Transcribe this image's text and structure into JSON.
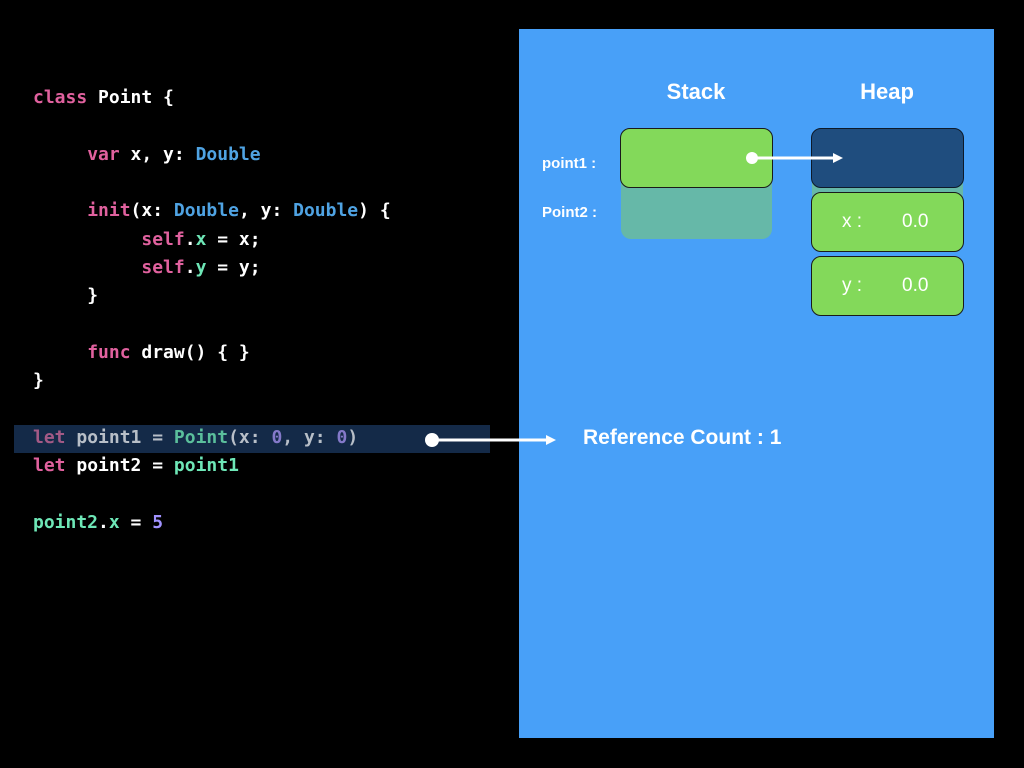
{
  "code": {
    "lines": [
      [
        {
          "t": "class ",
          "c": "kw"
        },
        {
          "t": "Point {",
          "c": "plain"
        }
      ],
      [],
      [
        {
          "t": "     "
        },
        {
          "t": "var ",
          "c": "kw"
        },
        {
          "t": "x, y: ",
          "c": "plain"
        },
        {
          "t": "Double",
          "c": "type"
        }
      ],
      [],
      [
        {
          "t": "     "
        },
        {
          "t": "init",
          "c": "kw"
        },
        {
          "t": "(x: ",
          "c": "plain"
        },
        {
          "t": "Double",
          "c": "type"
        },
        {
          "t": ", y: ",
          "c": "plain"
        },
        {
          "t": "Double",
          "c": "type"
        },
        {
          "t": ") {",
          "c": "plain"
        }
      ],
      [
        {
          "t": "          "
        },
        {
          "t": "self",
          "c": "kw"
        },
        {
          "t": ".",
          "c": "plain"
        },
        {
          "t": "x",
          "c": "prop"
        },
        {
          "t": " = x;",
          "c": "plain"
        }
      ],
      [
        {
          "t": "          "
        },
        {
          "t": "self",
          "c": "kw"
        },
        {
          "t": ".",
          "c": "plain"
        },
        {
          "t": "y",
          "c": "prop"
        },
        {
          "t": " = y;",
          "c": "plain"
        }
      ],
      [
        {
          "t": "     "
        },
        {
          "t": "}",
          "c": "plain"
        }
      ],
      [],
      [
        {
          "t": "     "
        },
        {
          "t": "func ",
          "c": "kw"
        },
        {
          "t": "draw() { }",
          "c": "plain"
        }
      ],
      [
        {
          "t": "}",
          "c": "plain"
        }
      ],
      [],
      [
        {
          "t": "let ",
          "c": "kw-dim"
        },
        {
          "t": "point1 = ",
          "c": "plain-dim"
        },
        {
          "t": "Point",
          "c": "fn-dim"
        },
        {
          "t": "(x: ",
          "c": "plain-dim"
        },
        {
          "t": "0",
          "c": "num-dim"
        },
        {
          "t": ", y: ",
          "c": "plain-dim"
        },
        {
          "t": "0",
          "c": "num-dim"
        },
        {
          "t": ")",
          "c": "plain-dim"
        }
      ],
      [
        {
          "t": "let ",
          "c": "kw"
        },
        {
          "t": "point2 = ",
          "c": "plain"
        },
        {
          "t": "point1",
          "c": "fn"
        }
      ],
      [],
      [
        {
          "t": "point2",
          "c": "fn"
        },
        {
          "t": ".",
          "c": "plain"
        },
        {
          "t": "x",
          "c": "prop"
        },
        {
          "t": " = ",
          "c": "plain"
        },
        {
          "t": "5",
          "c": "num"
        }
      ]
    ],
    "highlighted_line": 12
  },
  "diagram": {
    "stack_title": "Stack",
    "heap_title": "Heap",
    "var1_label": "point1 :",
    "var2_label": "Point2 :",
    "fields": [
      {
        "name": "x :",
        "value": "0.0"
      },
      {
        "name": "y :",
        "value": "0.0"
      }
    ],
    "reference_count_label": "Reference Count : 1"
  },
  "colors": {
    "background": "#000000",
    "panel": "#48a0f8",
    "stack_cell": "#83d95a",
    "heap_header": "#1f4d7e",
    "shadow": "#66b8a8",
    "keyword": "#e0619e",
    "type": "#4fa3e3",
    "function": "#6ee7b7",
    "number": "#a192ff"
  }
}
